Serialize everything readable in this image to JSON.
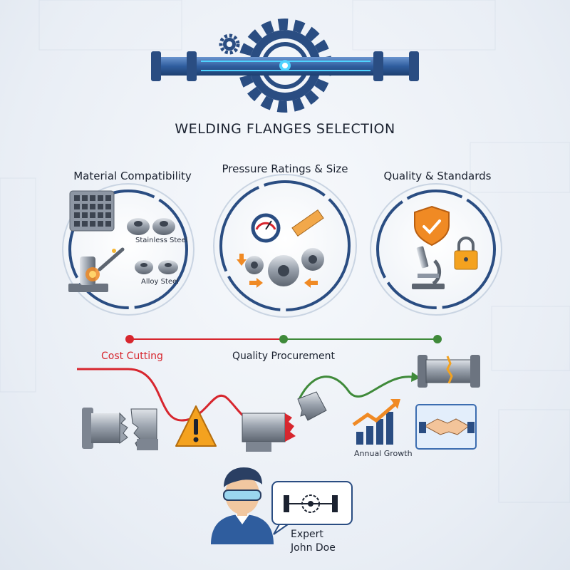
{
  "title": "WELDING FLANGES SELECTION",
  "sections": [
    {
      "title": "Material Compatibility",
      "labels": [
        "Stainless Steel",
        "Alloy Steel"
      ]
    },
    {
      "title": "Pressure Ratings & Size",
      "labels": []
    },
    {
      "title": "Quality & Standards",
      "labels": []
    }
  ],
  "timeline": {
    "cost_label": "Cost Cutting",
    "quality_label": "Quality Procurement",
    "growth_label": "Annual Growth"
  },
  "expert": {
    "line1": "Expert",
    "line2": "John Doe"
  },
  "colors": {
    "navy": "#2a4d82",
    "pipe_blue": "#3c6db0",
    "glow": "#4fd3ff",
    "red": "#d7262e",
    "green": "#3f8a3a",
    "orange": "#f08a24",
    "warning": "#f4a21f"
  },
  "icons": [
    "gear-icon",
    "gauge-icon",
    "ruler-icon",
    "shield-check-icon",
    "microscope-icon",
    "padlock-icon",
    "warning-icon",
    "handshake-icon",
    "growth-chart-icon",
    "expert-avatar"
  ]
}
